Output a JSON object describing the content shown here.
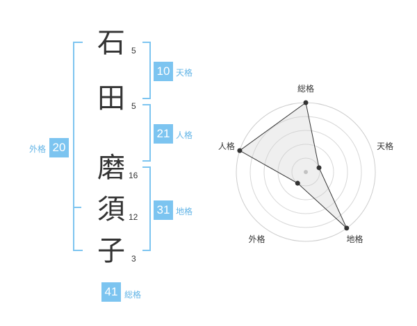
{
  "colors": {
    "accent": "#7cc4f0",
    "label": "#62b4e6",
    "text": "#333333"
  },
  "name": {
    "characters": [
      {
        "char": "石",
        "strokes": "5"
      },
      {
        "char": "田",
        "strokes": "5"
      },
      {
        "char": "磨",
        "strokes": "16"
      },
      {
        "char": "須",
        "strokes": "12"
      },
      {
        "char": "子",
        "strokes": "3"
      }
    ]
  },
  "fortunes": {
    "tenkaku": {
      "value": "10",
      "label": "天格"
    },
    "jinkaku": {
      "value": "21",
      "label": "人格"
    },
    "chikaku": {
      "value": "31",
      "label": "地格"
    },
    "gaikaku": {
      "value": "20",
      "label": "外格"
    },
    "soukaku": {
      "value": "41",
      "label": "総格"
    }
  },
  "chart_data": {
    "type": "radar",
    "axes": [
      "総格",
      "天格",
      "地格",
      "外格",
      "人格"
    ],
    "max": 5,
    "rings": 5,
    "values": [
      5,
      1,
      5,
      1,
      5
    ]
  }
}
